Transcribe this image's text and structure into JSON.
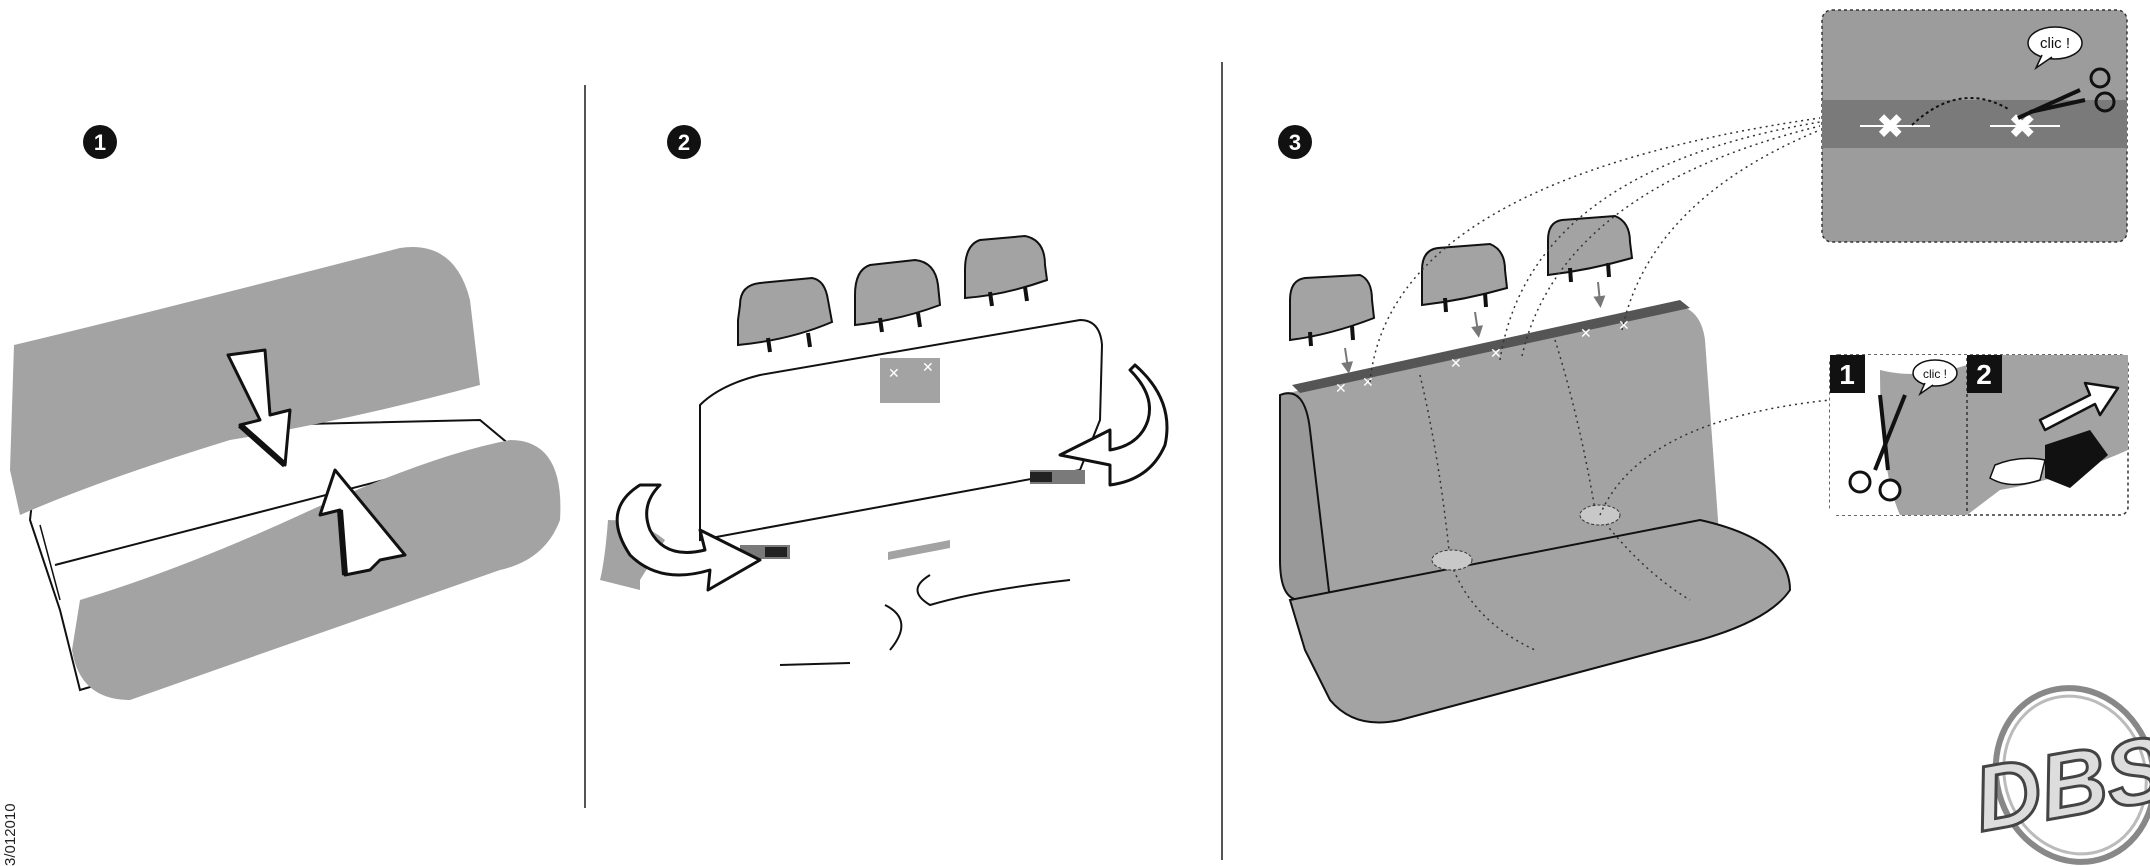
{
  "steps": [
    {
      "number": "1"
    },
    {
      "number": "2"
    },
    {
      "number": "3"
    }
  ],
  "callouts": {
    "clic_top": "clic !",
    "clic_small": "clic !",
    "sub_step_1": "1",
    "sub_step_2": "2"
  },
  "doc_code": "3/012010",
  "logo_text": "DBS",
  "colors": {
    "cover_gray": "#a3a3a3",
    "dark_band": "#7a7a7a",
    "panel_bg": "#9c9c9c",
    "outline": "#111111"
  }
}
